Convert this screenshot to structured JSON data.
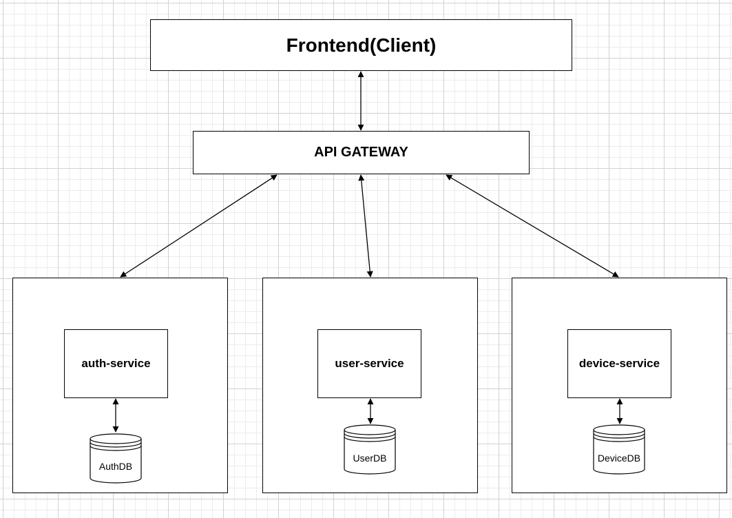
{
  "diagram": {
    "frontend": {
      "label": "Frontend(Client)"
    },
    "gateway": {
      "label": "API GATEWAY"
    },
    "services": [
      {
        "label": "auth-service",
        "db": "AuthDB"
      },
      {
        "label": "user-service",
        "db": "UserDB"
      },
      {
        "label": "device-service",
        "db": "DeviceDB"
      }
    ],
    "colors": {
      "stroke": "#000000",
      "fill": "#ffffff",
      "grid": "#d2d2d2"
    }
  }
}
